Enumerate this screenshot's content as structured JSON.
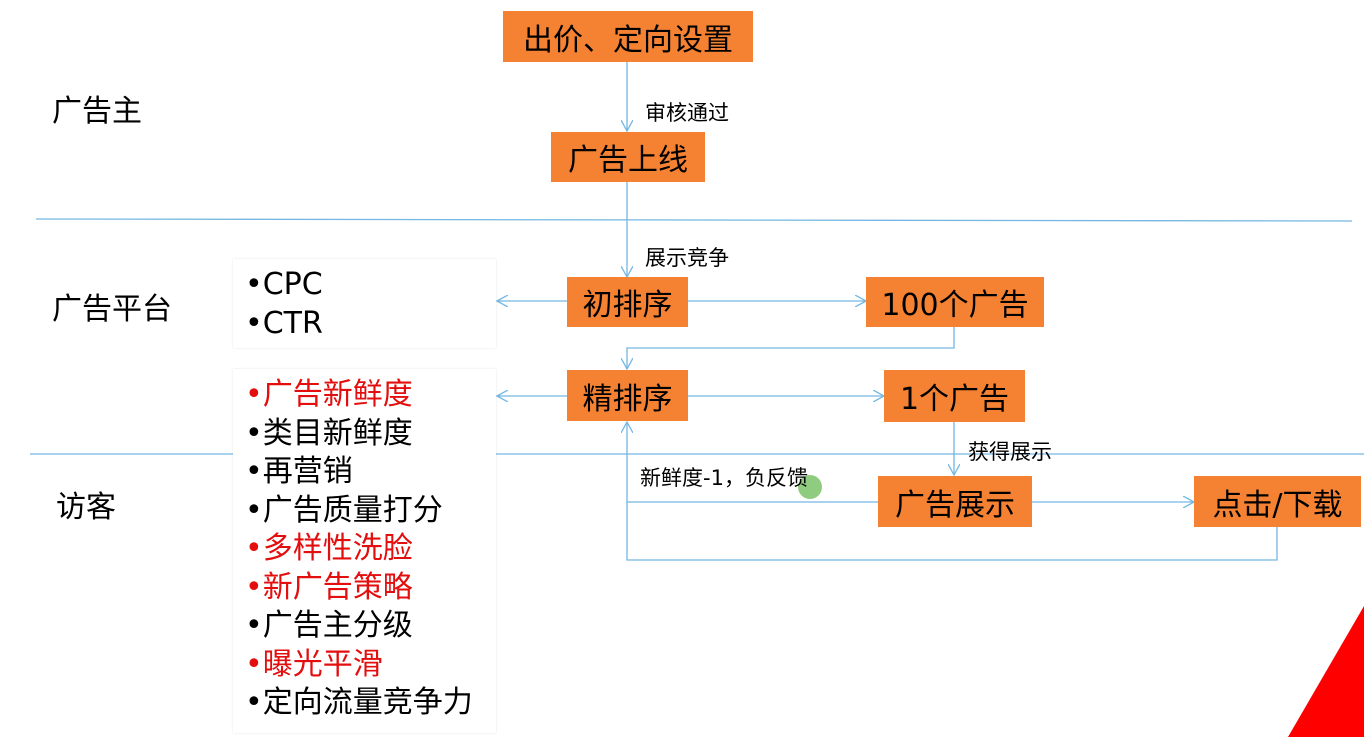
{
  "lanes": {
    "advertiser": "广告主",
    "platform": "广告平台",
    "visitor": "访客"
  },
  "boxes": {
    "bid_targeting": "出价、定向设置",
    "ad_online": "广告上线",
    "coarse_rank": "初排序",
    "top100": "100个广告",
    "fine_rank": "精排序",
    "top1": "1个广告",
    "ad_display": "广告展示",
    "click_download": "点击/下载"
  },
  "edge_labels": {
    "review_pass": "审核通过",
    "display_competition": "展示竞争",
    "get_display": "获得展示",
    "freshness_feedback": "新鲜度-1，负反馈"
  },
  "coarse_factors": [
    "•CPC",
    "•CTR"
  ],
  "fine_factors": [
    {
      "text": "•广告新鲜度",
      "highlight": true
    },
    {
      "text": "•类目新鲜度",
      "highlight": false
    },
    {
      "text": "•再营销",
      "highlight": false
    },
    {
      "text": "•广告质量打分",
      "highlight": false
    },
    {
      "text": "•多样性洗脸",
      "highlight": true
    },
    {
      "text": "•新广告策略",
      "highlight": true
    },
    {
      "text": "•广告主分级",
      "highlight": false
    },
    {
      "text": "•曝光平滑",
      "highlight": true
    },
    {
      "text": "•定向流量竞争力",
      "highlight": false
    }
  ],
  "colors": {
    "box_fill": "#F58233",
    "connector": "#74B7E3",
    "highlight_text": "#E30E0E",
    "corner_accent": "#FF0000"
  }
}
